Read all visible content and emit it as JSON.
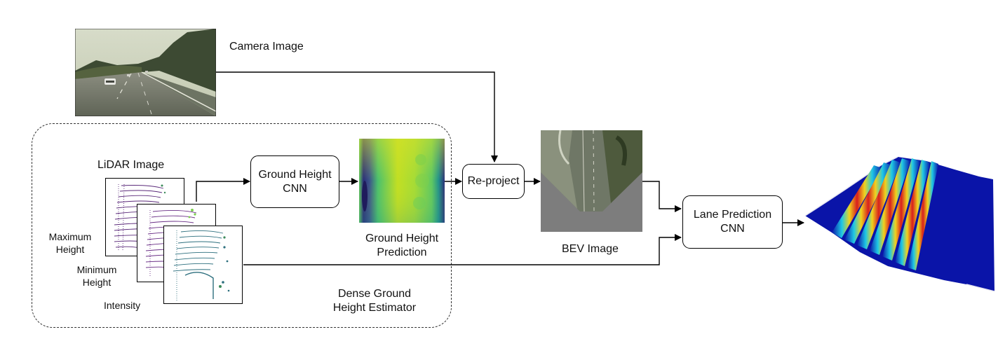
{
  "labels": {
    "camera_image": "Camera Image",
    "lidar_image": "LiDAR Image",
    "maximum_height": "Maximum\nHeight",
    "minimum_height": "Minimum\nHeight",
    "intensity": "Intensity",
    "ground_height_cnn": "Ground Height\nCNN",
    "ground_height_prediction": "Ground Height\nPrediction",
    "reproject": "Re-project",
    "bev_image": "BEV Image",
    "lane_prediction_cnn": "Lane Prediction\nCNN",
    "dense_ground_height_estimator": "Dense Ground\nHeight Estimator"
  },
  "colors": {
    "lidar_max_height": "#5b2a7a",
    "lidar_min_height": "#6a2f86",
    "lidar_intensity": "#2d6f7e",
    "heatmap_low": "#2a2e79",
    "heatmap_mid": "#21918c",
    "heatmap_high": "#d6e12a",
    "lane_field": "#0a14a8",
    "lane_stripe_hot": "#d81e1e"
  }
}
